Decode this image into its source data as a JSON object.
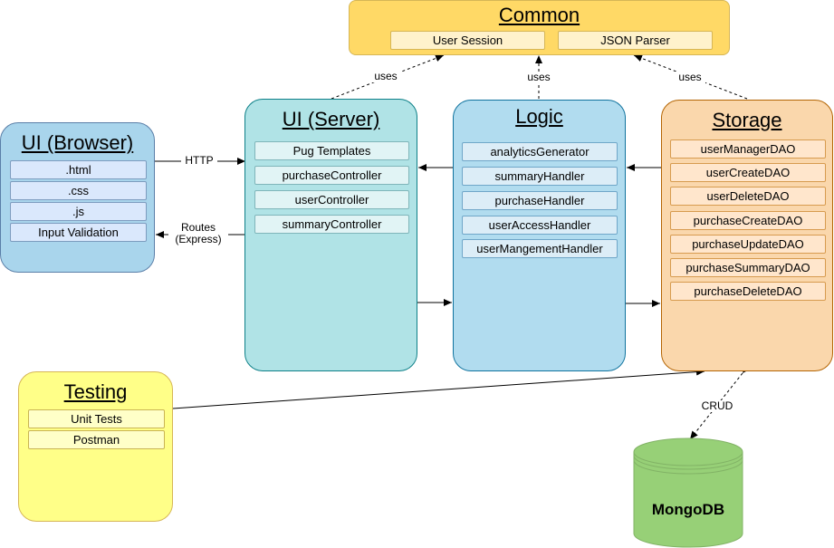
{
  "common": {
    "title": "Common",
    "items": [
      "User Session",
      "JSON Parser"
    ]
  },
  "browser": {
    "title": "UI (Browser)",
    "items": [
      ".html",
      ".css",
      ".js",
      "Input Validation"
    ]
  },
  "server": {
    "title": "UI (Server)",
    "items": [
      "Pug Templates",
      "purchaseController",
      "userController",
      "summaryController"
    ]
  },
  "logic": {
    "title": "Logic",
    "items": [
      "analyticsGenerator",
      "summaryHandler",
      "purchaseHandler",
      "userAccessHandler",
      "userMangementHandler"
    ]
  },
  "storage": {
    "title": "Storage",
    "items": [
      "userManagerDAO",
      "userCreateDAO",
      "userDeleteDAO",
      "purchaseCreateDAO",
      "purchaseUpdateDAO",
      "purchaseSummaryDAO",
      "purchaseDeleteDAO"
    ]
  },
  "testing": {
    "title": "Testing",
    "items": [
      "Unit Tests",
      "Postman"
    ]
  },
  "database": {
    "label": "MongoDB"
  },
  "edges": {
    "uses_1": "uses",
    "uses_2": "uses",
    "uses_3": "uses",
    "http": "HTTP",
    "routes": "Routes",
    "express": "(Express)",
    "crud": "CRUD"
  },
  "colors": {
    "common": "#ffd966",
    "browser": "#a9d5ec",
    "server": "#b0e3e6",
    "logic": "#b1dcef",
    "storage": "#fad7ac",
    "testing": "#ffff88",
    "database": "#97d077"
  }
}
